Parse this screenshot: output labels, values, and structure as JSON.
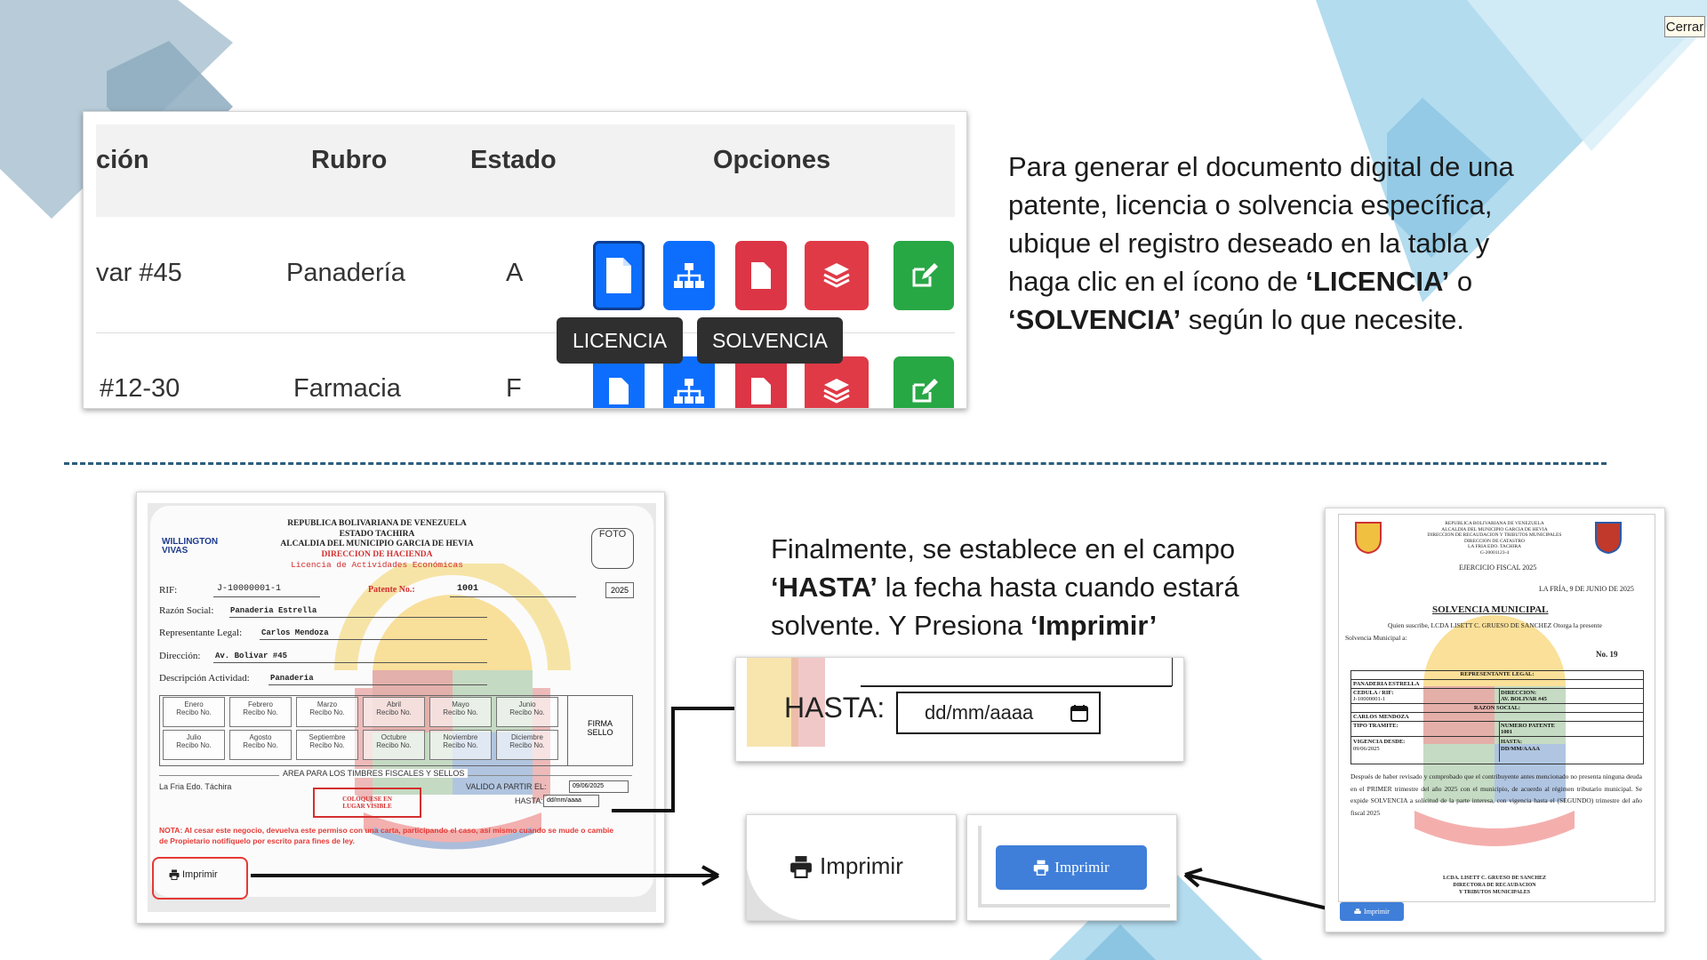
{
  "close_button": "Cerrar",
  "table": {
    "headers": [
      "ción",
      "Rubro",
      "Estado",
      "Opciones"
    ],
    "rows": [
      {
        "direccion": "var #45",
        "rubro": "Panadería",
        "estado": "A"
      },
      {
        "direccion": "#12-30",
        "rubro": "Farmacia",
        "estado": "F"
      }
    ],
    "tooltips": {
      "licencia": "LICENCIA",
      "solvencia": "SOLVENCIA"
    },
    "button_icons": [
      "file-icon",
      "sitemap-icon",
      "file-icon",
      "layers-icon",
      "edit-icon"
    ],
    "button_colors": [
      "#0d6efd",
      "#0d6efd",
      "#dc3545",
      "#dc3545",
      "#28a745"
    ]
  },
  "instruction_top": {
    "line1": "Para generar el documento digital de una",
    "line2": "patente, licencia o solvencia específica,",
    "line3": "ubique el registro deseado en la tabla y",
    "line4_pre": "haga clic en el ícono de ",
    "line4_bold": "‘LICENCIA’",
    "line4_post": " o",
    "line5_bold": "‘SOLVENCIA’",
    "line5_post": " según lo que necesite."
  },
  "instruction_bottom": {
    "line1": "Finalmente, se establece en el campo",
    "line2_bold": "‘HASTA’",
    "line2_post": " la fecha hasta cuando estará",
    "line3_pre": "solvente. Y Presiona ",
    "line3_bold": "‘Imprimir’"
  },
  "license_doc": {
    "logo_text": "WILLINGTON VIVAS",
    "header_lines": [
      "REPUBLICA BOLIVARIANA DE VENEZUELA",
      "ESTADO TACHIRA",
      "ALCALDIA DEL MUNICIPIO GARCIA DE HEVIA"
    ],
    "header_red_lines": [
      "DIRECCION DE HACIENDA",
      "Licencia de Actividades Económicas"
    ],
    "foto": "FOTO",
    "rif_label": "RIF:",
    "rif_value": "J-10000001-1",
    "patente_label": "Patente No.:",
    "patente_value": "1001",
    "year": "2025",
    "razon_label": "Razón Social:",
    "razon_value": "Panaderia Estrella",
    "rep_label": "Representante Legal:",
    "rep_value": "Carlos Mendoza",
    "dir_label": "Dirección:",
    "dir_value": "Av. Bolivar #45",
    "act_label": "Descripción Actividad:",
    "act_value": "Panaderia",
    "months_row1": [
      "Enero",
      "Febrero",
      "Marzo",
      "Abril",
      "Mayo",
      "Junio"
    ],
    "months_row2": [
      "Julio",
      "Agosto",
      "Septiembre",
      "Octubre",
      "Noviembre",
      "Diciembre"
    ],
    "recibo": "Recibo No.",
    "firma": "FIRMA",
    "sello": "SELLO",
    "area_timbres": "AREA PARA LOS TIMBRES FISCALES Y SELLOS",
    "lugar": "La Fria Edo. Táchira",
    "coloquese": "COLOQUESE EN LUGAR VISIBLE",
    "valido_label": "VALIDO A PARTIR EL:",
    "valido_value": "09/06/2025",
    "hasta_label": "HASTA:",
    "hasta_value": "dd/mm/aaaa",
    "nota": "NOTA: Al cesar este negocio, devuelva este permiso con una carta, participando el caso, así mismo cuando se mude o cambie de Propietario notifíquelo por escrito para fines de ley.",
    "imprimir": "Imprimir"
  },
  "hasta_zoom": {
    "label": "HASTA:",
    "placeholder": "dd/mm/aaaa"
  },
  "imprimir_zoom": "Imprimir",
  "imprimir_blue": "Imprimir",
  "solvency_doc": {
    "header_lines": [
      "REPUBLICA BOLIVARIANA DE VENEZUELA",
      "ALCALDIA DEL MUNICIPIO GARCIA DE HEVIA",
      "DIRECCION DE RECAUDACION Y TRIBUTOS MUNICIPALES",
      "DIRECCION DE CATASTRO",
      "LA FRIA EDO. TACHIRA",
      "G-20001123-4"
    ],
    "ejercicio": "EJERCICIO FISCAL 2025",
    "fecha": "LA FRÍA, 9 DE JUNIO DE 2025",
    "title": "SOLVENCIA MUNICIPAL",
    "quien": "Quien suscribe, LCDA LISETT C. GRUESO DE SANCHEZ Otorga la presente",
    "solvencia_a": "Solvencia Municipal a:",
    "no_label": "No.",
    "no_value": "19",
    "rep_legal": "REPRESENTANTE LEGAL:",
    "empresa": "PANADERIA ESTRELLA",
    "cedula_label": "CEDULA / RIF:",
    "cedula_value": "J-10000001-1",
    "direccion_label": "DIRECCION:",
    "direccion_value": "AV. BOLIVAR #45",
    "razon_label": "RAZON SOCIAL:",
    "razon_value": "CARLOS MENDOZA",
    "tipo_label": "TIPO TRAMITE:",
    "num_label": "NUMERO PATENTE",
    "num_value": "1001",
    "vig_label": "VIGENCIA DESDE:",
    "vig_value": "09/06/2025",
    "hasta_label": "HASTA:",
    "hasta_value": "DD/MM/AAAA",
    "paragraph": "Después de haber revisado y comprobado que el contribuyente antes mencionado no presenta ninguna deuda en el PRIMER trimestre del año 2025 con el municipio, de acuerdo al régimen tributario municipal. Se expide SOLVENCIA a solicitud de la parte interesa, con vigencia hasta el (SEGUNDO) trimestre del año fiscal 2025",
    "sig1": "LCDA. LISETT C. GRUESO DE SANCHEZ",
    "sig2": "DIRECTORA DE RECAUDACION",
    "sig3": "Y TRIBUTOS MUNICIPALES",
    "imprimir": "Imprimir"
  }
}
